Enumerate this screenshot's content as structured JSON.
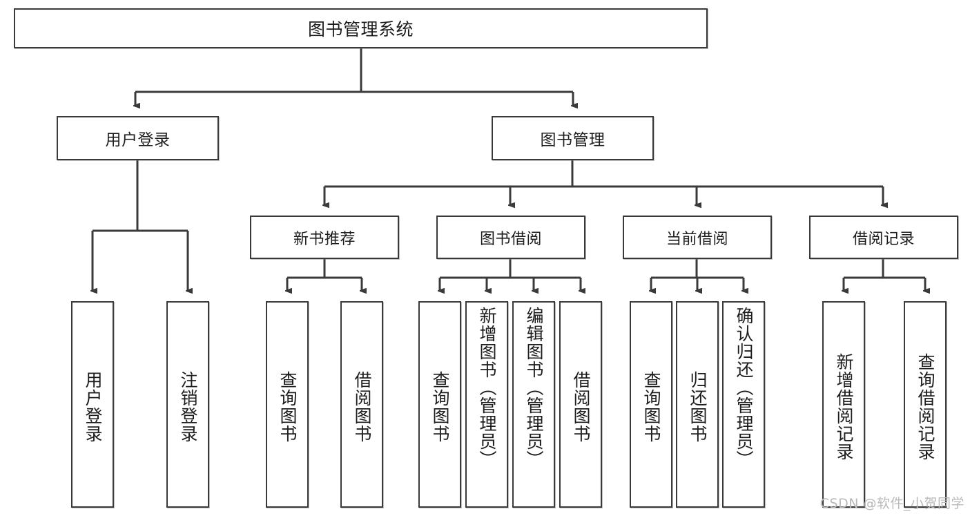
{
  "diagram": {
    "title": "图书管理系统",
    "type": "tree",
    "orientation": "top-down",
    "edge_style": "orthogonal-arrow",
    "colors": {
      "box_stroke": "#3a3a3a",
      "box_fill": "#ffffff",
      "edge": "#3a3a3a",
      "text": "#1d1d1d",
      "watermark": "#b9b9b9"
    }
  },
  "nodes": {
    "root": {
      "label": "图书管理系统"
    },
    "level1": [
      {
        "id": "user-login",
        "label": "用户登录"
      },
      {
        "id": "book-manage",
        "label": "图书管理"
      }
    ],
    "level2": [
      {
        "id": "new-book-rec",
        "label": "新书推荐"
      },
      {
        "id": "book-borrow",
        "label": "图书借阅"
      },
      {
        "id": "current-borrow",
        "label": "当前借阅"
      },
      {
        "id": "borrow-record",
        "label": "借阅记录"
      }
    ],
    "leaves": {
      "user-login": [
        {
          "id": "leaf-user-login",
          "label": "用户登录"
        },
        {
          "id": "leaf-logout",
          "label": "注销登录"
        }
      ],
      "new-book-rec": [
        {
          "id": "leaf-query-book-1",
          "label": "查询图书"
        },
        {
          "id": "leaf-borrow-book-1",
          "label": "借阅图书"
        }
      ],
      "book-borrow": [
        {
          "id": "leaf-query-book-2",
          "label": "查询图书"
        },
        {
          "id": "leaf-add-book",
          "label": "新增图书（管理员）"
        },
        {
          "id": "leaf-edit-book",
          "label": "编辑图书（管理员）"
        },
        {
          "id": "leaf-borrow-book-2",
          "label": "借阅图书"
        }
      ],
      "current-borrow": [
        {
          "id": "leaf-query-book-3",
          "label": "查询图书"
        },
        {
          "id": "leaf-return-book",
          "label": "归还图书"
        },
        {
          "id": "leaf-confirm-return",
          "label": "确认归还（管理员）"
        }
      ],
      "borrow-record": [
        {
          "id": "leaf-add-record",
          "label": "新增借阅记录"
        },
        {
          "id": "leaf-query-record",
          "label": "查询借阅记录"
        }
      ]
    }
  },
  "watermark": {
    "text": "CSDN @软件_小贺同学"
  }
}
